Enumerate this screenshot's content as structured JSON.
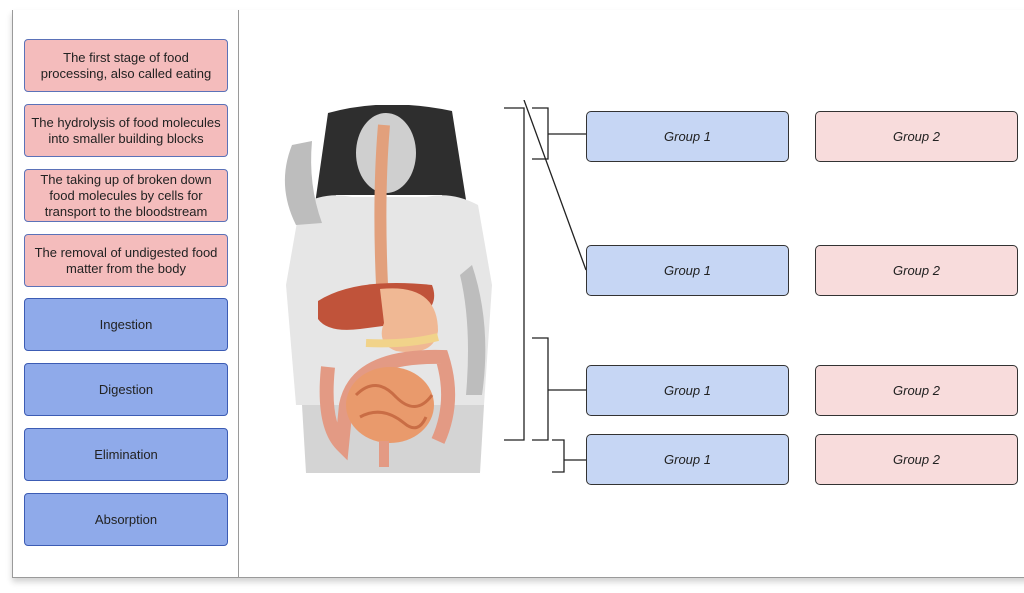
{
  "descriptions": [
    {
      "text": "The first stage of food processing, also called eating"
    },
    {
      "text": "The hydrolysis of food molecules into smaller building blocks"
    },
    {
      "text": "The taking up of broken down food molecules by cells for transport to the bloodstream"
    },
    {
      "text": "The removal of undigested food matter from the body"
    }
  ],
  "terms": [
    {
      "label": "Ingestion"
    },
    {
      "label": "Digestion"
    },
    {
      "label": "Elimination"
    },
    {
      "label": "Absorption"
    }
  ],
  "targets": [
    {
      "group1": "Group 1",
      "group2": "Group 2"
    },
    {
      "group1": "Group 1",
      "group2": "Group 2"
    },
    {
      "group1": "Group 1",
      "group2": "Group 2"
    },
    {
      "group1": "Group 1",
      "group2": "Group 2"
    }
  ],
  "colors": {
    "description_card": "#f4bcbc",
    "term_card": "#8faaea",
    "group1_target": "#c6d6f4",
    "group2_target": "#f8dcdc"
  },
  "figure": {
    "icon": "digestive-system-illustration"
  }
}
